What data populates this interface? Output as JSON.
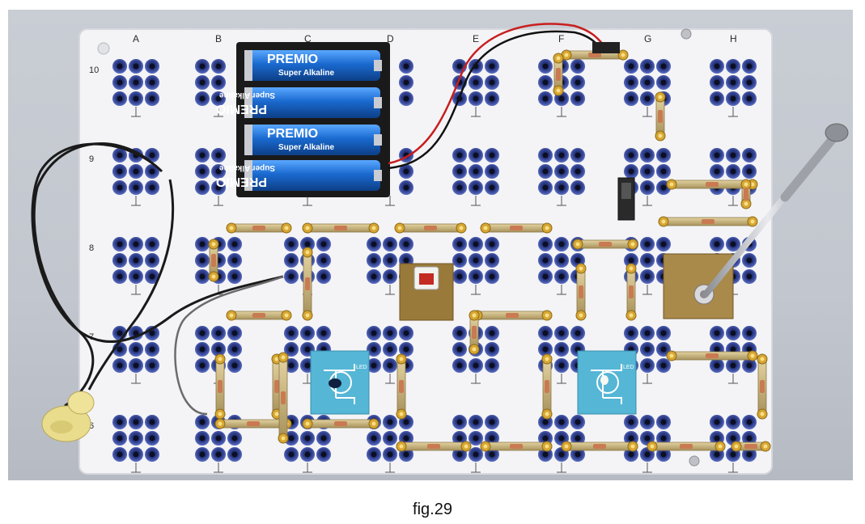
{
  "figure": {
    "caption": "fig.29"
  },
  "board": {
    "column_labels": [
      "A",
      "B",
      "C",
      "D",
      "E",
      "F",
      "G",
      "H"
    ],
    "row_labels": [
      "10",
      "9",
      "8",
      "7",
      "6"
    ],
    "battery_brand": "PREMIO",
    "battery_type": "Super Alkaline",
    "module_labels": [
      "LED",
      "LED"
    ]
  },
  "colors": {
    "board": "#f4f4f6",
    "socket_ring": "#4a5fb5",
    "module_blue": "#55b6d6",
    "battery_blue": "#1c6fd1",
    "strip_brass": "#c8b27a"
  }
}
